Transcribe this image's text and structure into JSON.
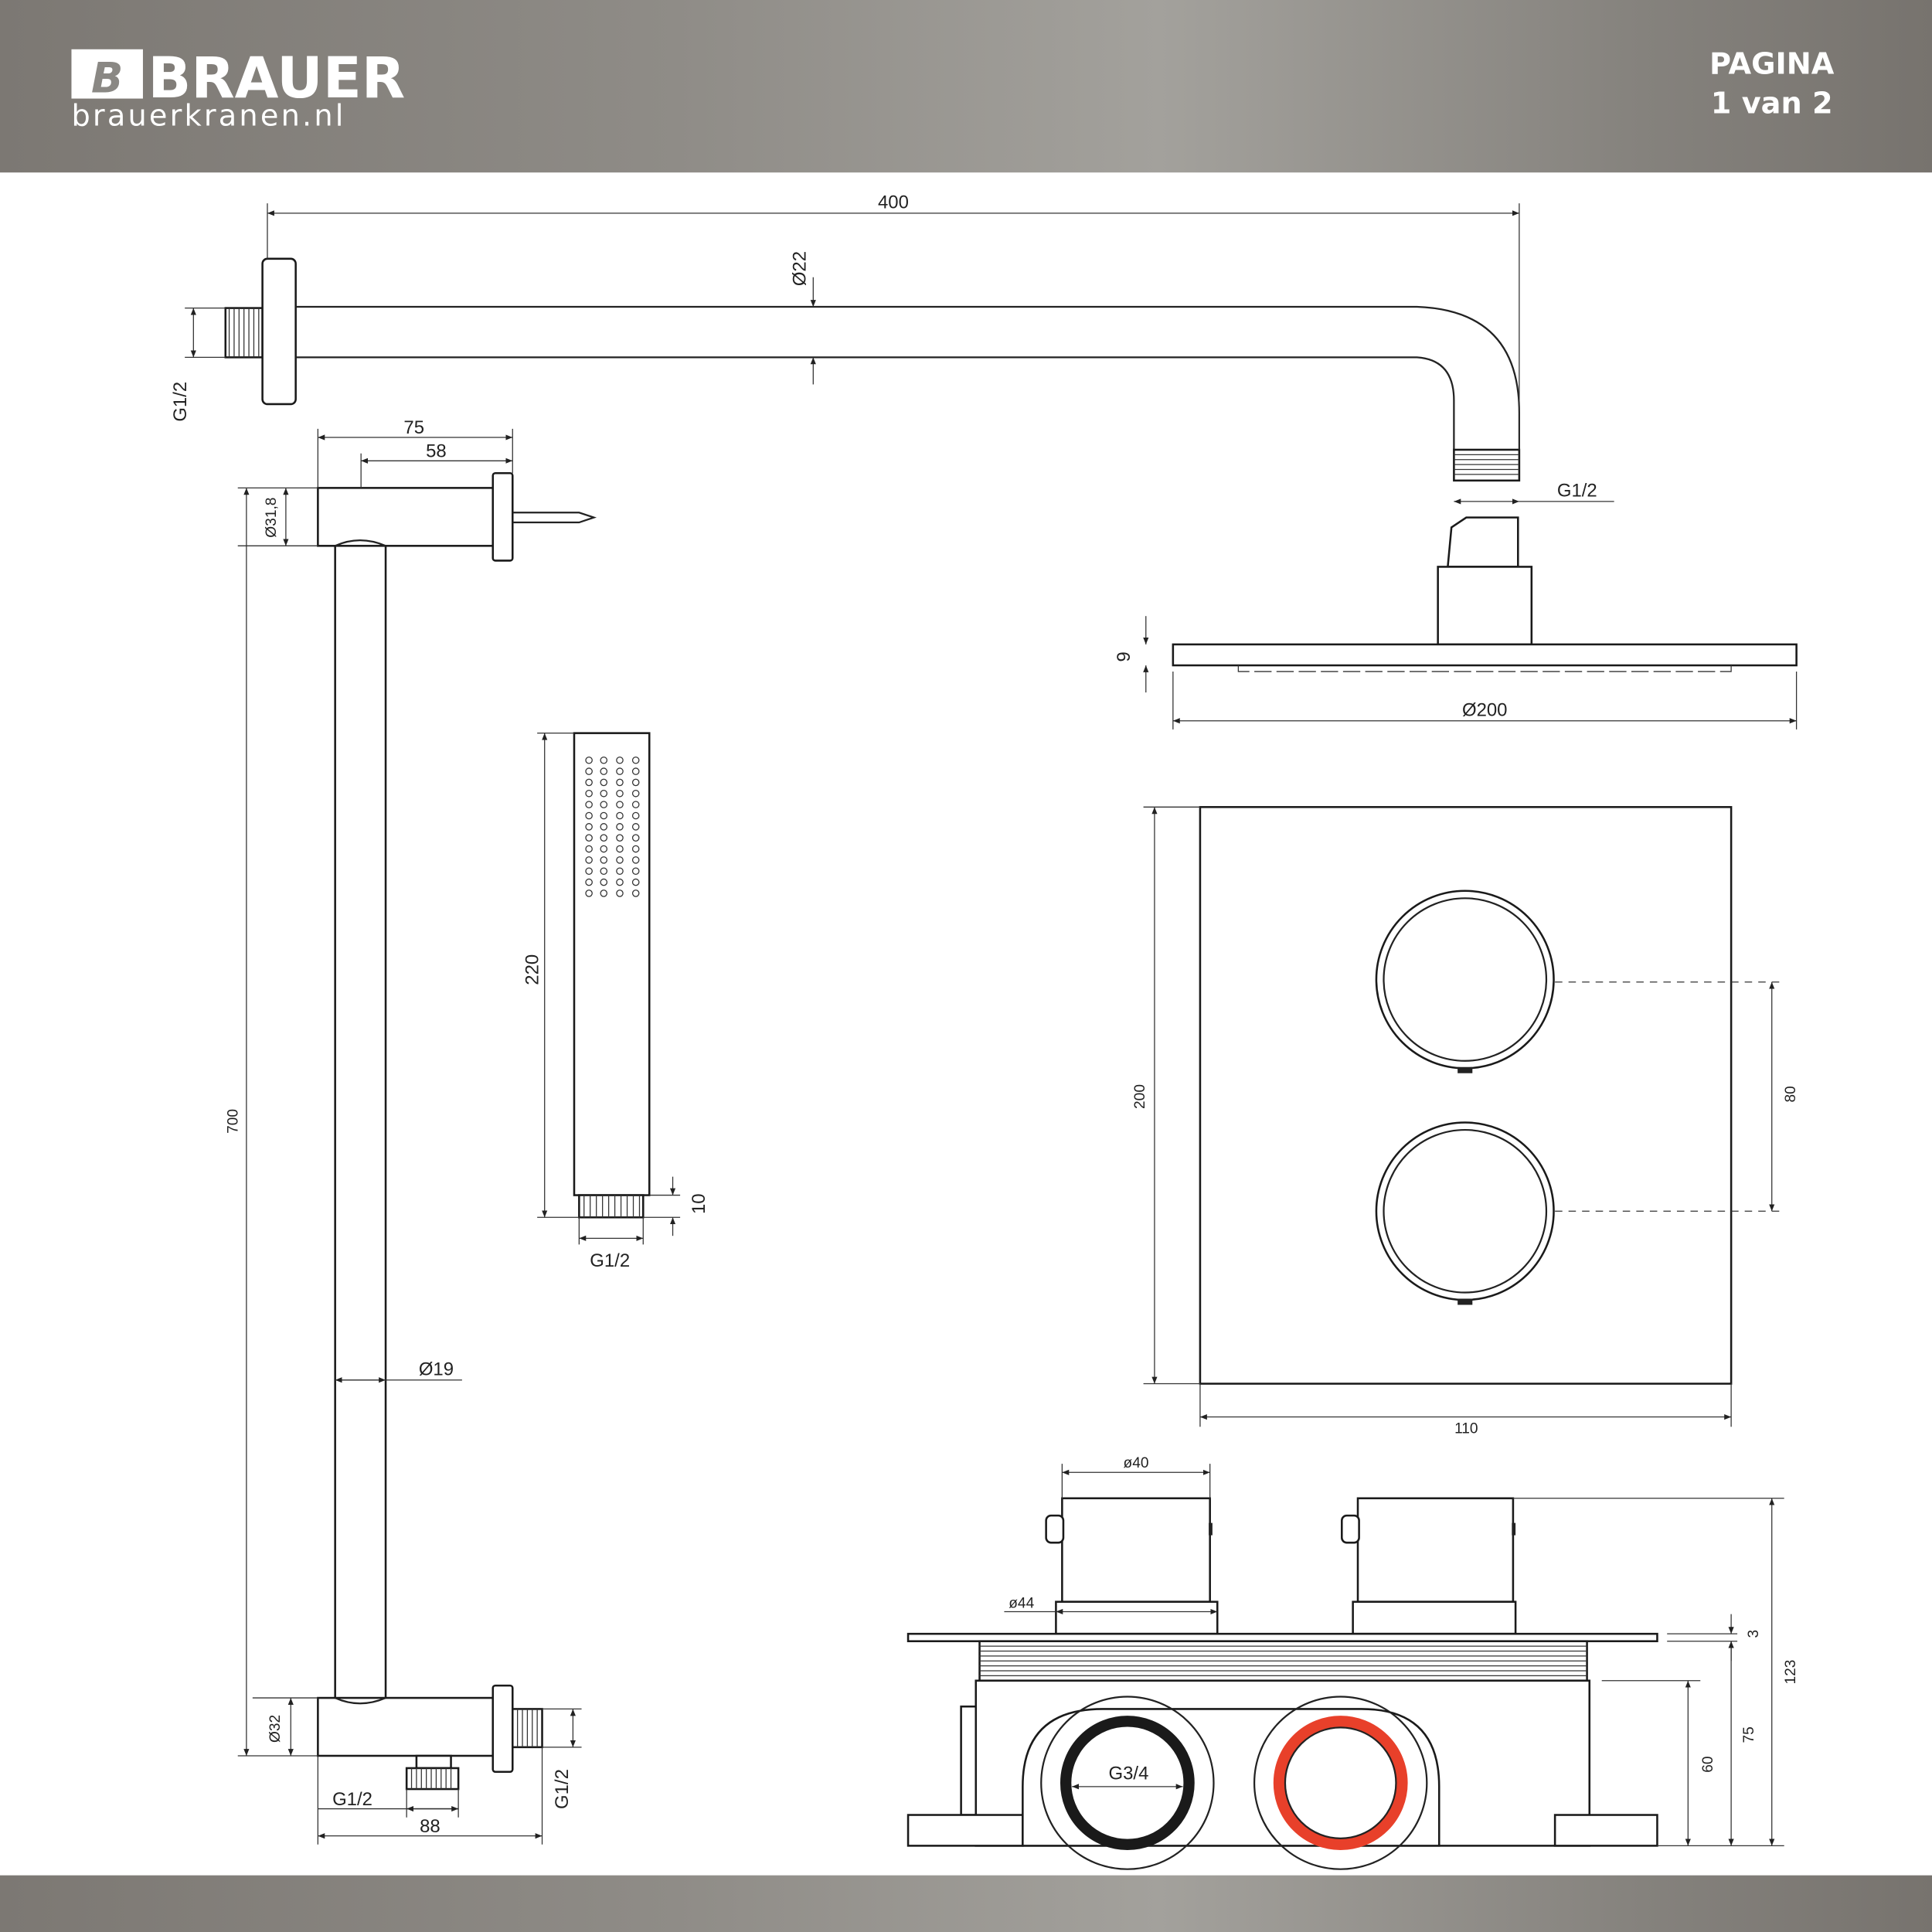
{
  "header": {
    "brand": "BRAUER",
    "website": "brauerkranen.nl",
    "page_label": "PAGINA",
    "page_number": "1 van 2"
  },
  "colors": {
    "header_bg": "#8a8884",
    "hot_ring": "#e8402a",
    "cold_ring": "#1a1a1a"
  },
  "shower_arm": {
    "length": "400",
    "diameter": "Ø22",
    "wall_thread": "G1/2",
    "head_thread": "G1/2"
  },
  "shower_head": {
    "thickness": "9",
    "diameter": "Ø200"
  },
  "slide_bar": {
    "bracket_depth": "75",
    "bracket_inner": "58",
    "top_diameter": "Ø31,8",
    "height": "700",
    "rod_diameter": "Ø19",
    "bottom_diameter": "Ø32",
    "outlet_thread": "G1/2",
    "outlet_offset": "88",
    "wall_thread": "G1/2"
  },
  "hand_shower": {
    "length": "220",
    "thread_length": "10",
    "thread": "G1/2"
  },
  "thermostat_plate": {
    "height": "200",
    "knob_spacing": "80",
    "width": "110"
  },
  "mixer_body": {
    "knob_diameter": "ø40",
    "rosette_diameter": "ø44",
    "plate_thickness": "3",
    "total_depth": "123",
    "depth_75": "75",
    "depth_60": "60",
    "inlet_thread": "G3/4"
  }
}
